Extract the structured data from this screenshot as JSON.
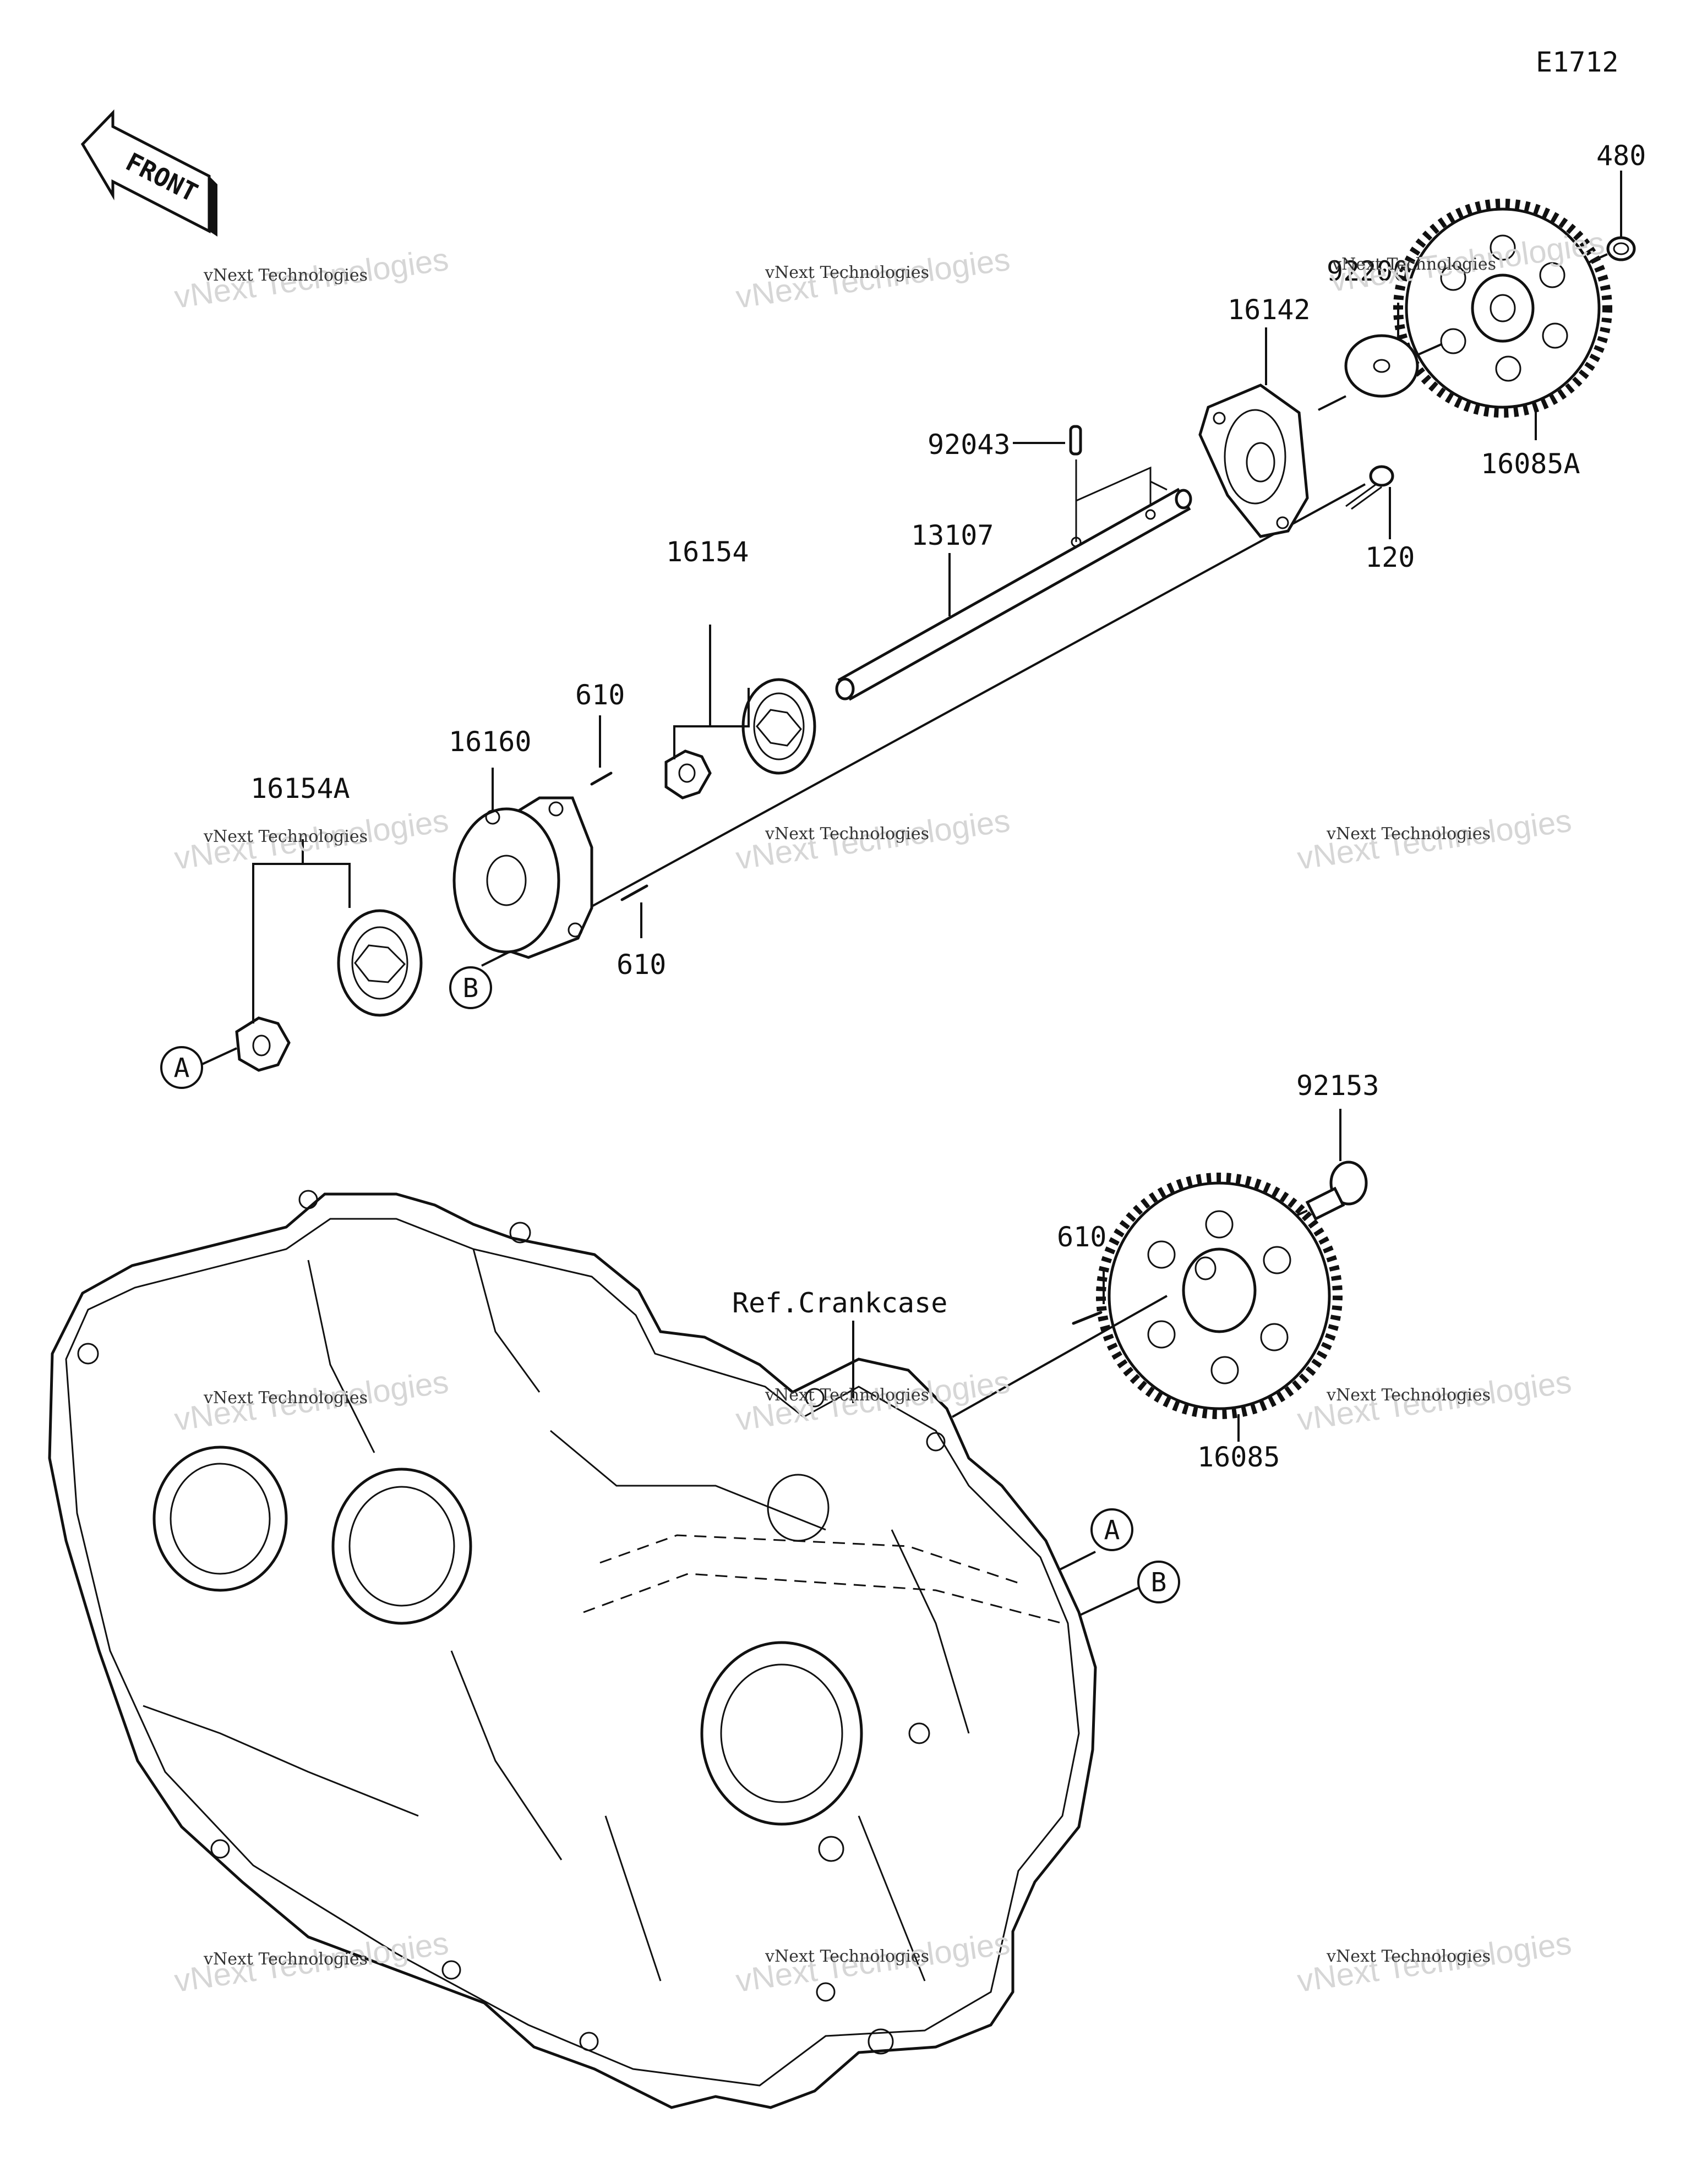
{
  "diagram_code": "E1712",
  "front_arrow_label": "FRONT",
  "reference_label": "Ref.Crankcase",
  "callouts": {
    "a": "A",
    "b": "B"
  },
  "part_labels": {
    "p480": "480",
    "p92200": "92200",
    "p16142": "16142",
    "p16085A": "16085A",
    "p92043": "92043",
    "p120": "120",
    "p13107": "13107",
    "p16154": "16154",
    "p610_top": "610",
    "p16160": "16160",
    "p16154A": "16154A",
    "p610_mid": "610",
    "p92153": "92153",
    "p610_low": "610",
    "p16085": "16085"
  },
  "watermark": {
    "line1": "vNext Technologies",
    "line2": "vNext Technologies"
  }
}
